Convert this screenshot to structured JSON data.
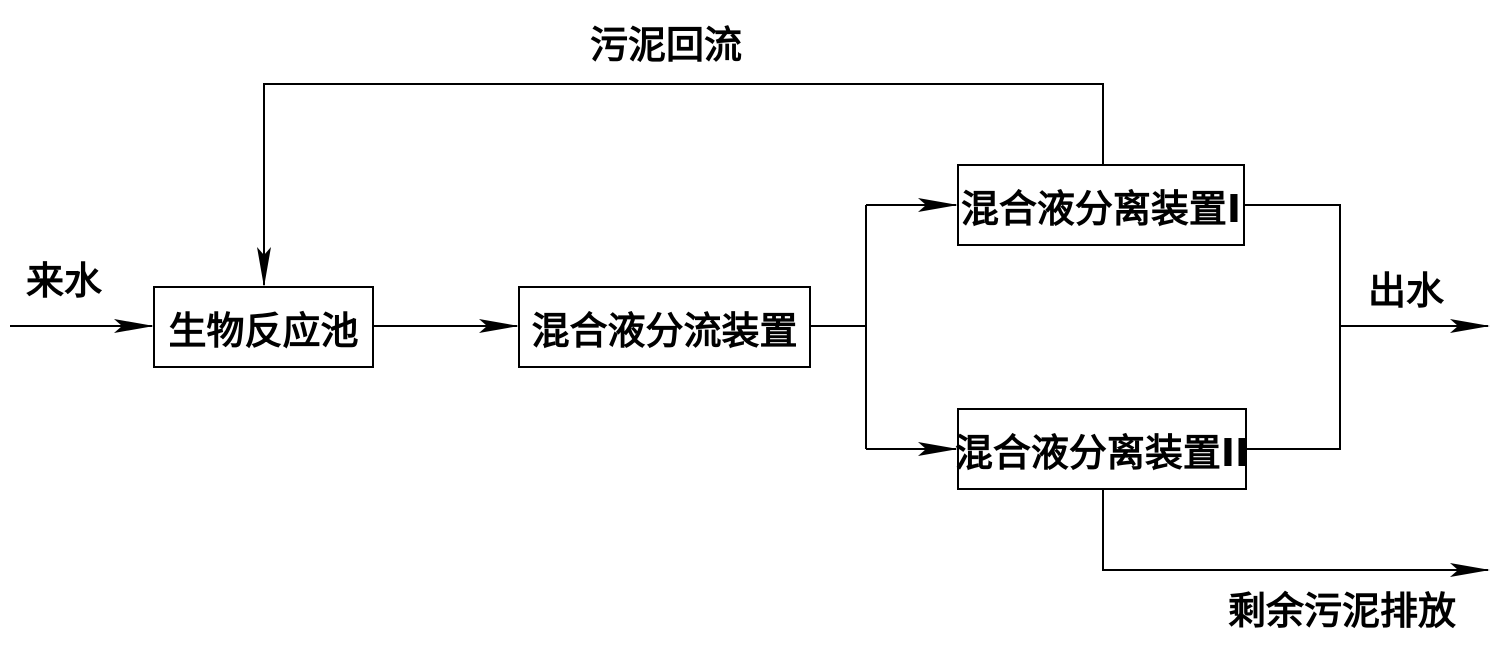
{
  "diagram": {
    "nodes": {
      "bio_reactor": "生物反应池",
      "flow_splitter": "混合液分流装置",
      "separator_1": "混合液分离装置I",
      "separator_2": "混合液分离装置II"
    },
    "labels": {
      "sludge_return": "污泥回流",
      "inflow": "来水",
      "outflow": "出水",
      "excess_sludge": "剩余污泥排放"
    },
    "colors": {
      "line": "#000000",
      "background": "#ffffff"
    }
  }
}
